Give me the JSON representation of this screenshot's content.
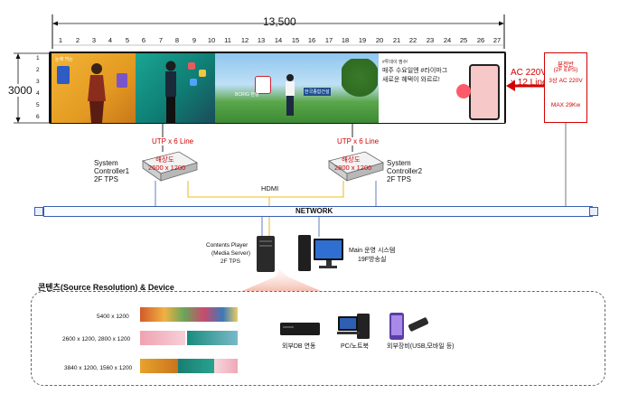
{
  "top_width_label": "13,500",
  "height_label": "3000",
  "column_numbers": [
    "1",
    "2",
    "3",
    "4",
    "5",
    "6",
    "7",
    "8",
    "9",
    "10",
    "11",
    "12",
    "13",
    "14",
    "15",
    "16",
    "17",
    "18",
    "19",
    "20",
    "21",
    "22",
    "23",
    "24",
    "25",
    "26",
    "27"
  ],
  "row_numbers": [
    "1",
    "2",
    "3",
    "4",
    "5",
    "6"
  ],
  "panels": {
    "p1_text": "눈에 띄는",
    "p3_text_left": "BCRIG 한영",
    "p3_text_right": "한국종합건설",
    "p4_line1": "#투데이 찜수!",
    "p4_line2": "매주 수요일엔 #라이마그",
    "p4_line3": "새로운 혜택이 와르르!"
  },
  "power_label": "AC 220V\nx 12 Line",
  "power_box": {
    "line1": "분전반",
    "line2": "(2F EPS)",
    "line3": "3상 AC 220V",
    "line4": "MAX 29Kw"
  },
  "utp_left": "UTP x 6 Line",
  "utp_right": "UTP x 6 Line",
  "controller1": {
    "res_title": "해상도",
    "res_value": "2600 x 1200",
    "label1": "System",
    "label2": "Controller1",
    "label3": "2F TPS"
  },
  "controller2": {
    "res_title": "해상도",
    "res_value": "2800 x 1200",
    "label1": "System",
    "label2": "Controller2",
    "label3": "2F TPS"
  },
  "hdmi_label": "HDMI",
  "network_label": "NETWORK",
  "contents_player": {
    "line1": "Contents Player",
    "line2": "(Media Server)",
    "line3": "2F TPS"
  },
  "main_system": {
    "line1": "Main 운영 시스템",
    "line2": "19F방송실"
  },
  "section_title": "콘텐츠(Source Resolution) & Device",
  "resolutions": {
    "r1": "5400 x 1200",
    "r2": "2600 x 1200, 2800 x 1200",
    "r3": "3840 x 1200, 1560 x 1200"
  },
  "devices": {
    "d1": "외부DB 연동",
    "d2": "PC/노트북",
    "d3": "외부장비(USB,모바일 등)"
  },
  "colors": {
    "accent_red": "#d40000",
    "network_blue": "#3a5fb0",
    "hdmi_yellow": "#f2c94c"
  }
}
